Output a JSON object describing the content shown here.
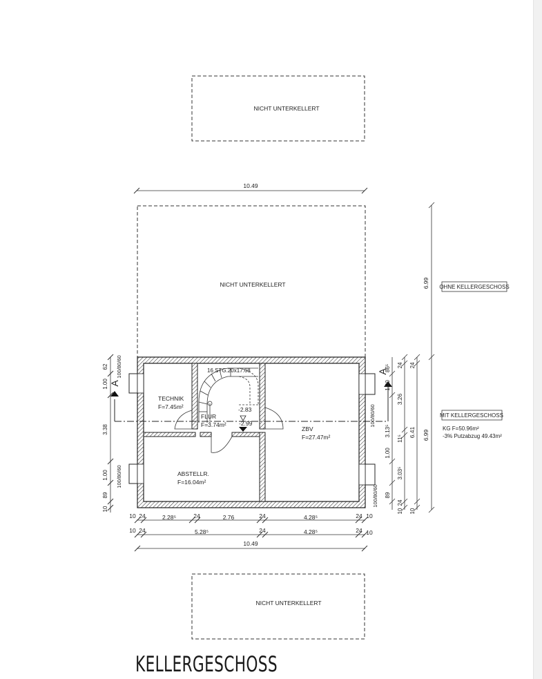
{
  "title": "KELLERGESCHOSS",
  "not_basement": {
    "top": "NICHT UNTERKELLERT",
    "main": "NICHT UNTERKELLERT",
    "bottom": "NICHT UNTERKELLERT"
  },
  "rooms": {
    "technik": {
      "name": "TECHNIK",
      "area": "F=7.45m²"
    },
    "flur": {
      "name": "FLUR",
      "area": "F=3.74m²"
    },
    "abstell": {
      "name": "ABSTELLR.",
      "area": "F=16.04m²"
    },
    "zbv": {
      "name": "ZBV",
      "area": "F=27.47m²"
    }
  },
  "stair": {
    "label": "16 STG.20x17.68",
    "level1": "-2.83",
    "level2": "-2.99"
  },
  "section_marker": "A",
  "legend": {
    "ohne": "OHNE KELLERGESCHOSS",
    "mit": "MIT KELLERGESCHOSS",
    "kg_area": "KG F=50.96m²",
    "putz": "-3% Putzabzug 49.43m²"
  },
  "dims": {
    "top_total": "10.49",
    "bottom_total": "10.49",
    "row1": [
      "10",
      "24",
      "2.28⁵",
      "24",
      "2.76",
      "24",
      "4.28⁵",
      "24",
      "10"
    ],
    "row2": [
      "10",
      "24",
      "5.28⁵",
      "24",
      "4.28⁵",
      "24",
      "10"
    ],
    "right_total_upper": "6.99",
    "right_total_lower": "6.99",
    "right_mid": "6.41",
    "right_inner": [
      "24",
      "3.26",
      "24"
    ],
    "right_window": [
      "86⁵",
      "1.00",
      "100/80/60",
      "3.13⁵",
      "11⁵",
      "1.00",
      "3.03⁵",
      "89",
      "24",
      "10",
      "100/80/60",
      "10"
    ],
    "left": [
      "62",
      "1.00",
      "100/80/60",
      "3.38",
      "1.00",
      "100/80/60",
      "89",
      "10"
    ]
  }
}
